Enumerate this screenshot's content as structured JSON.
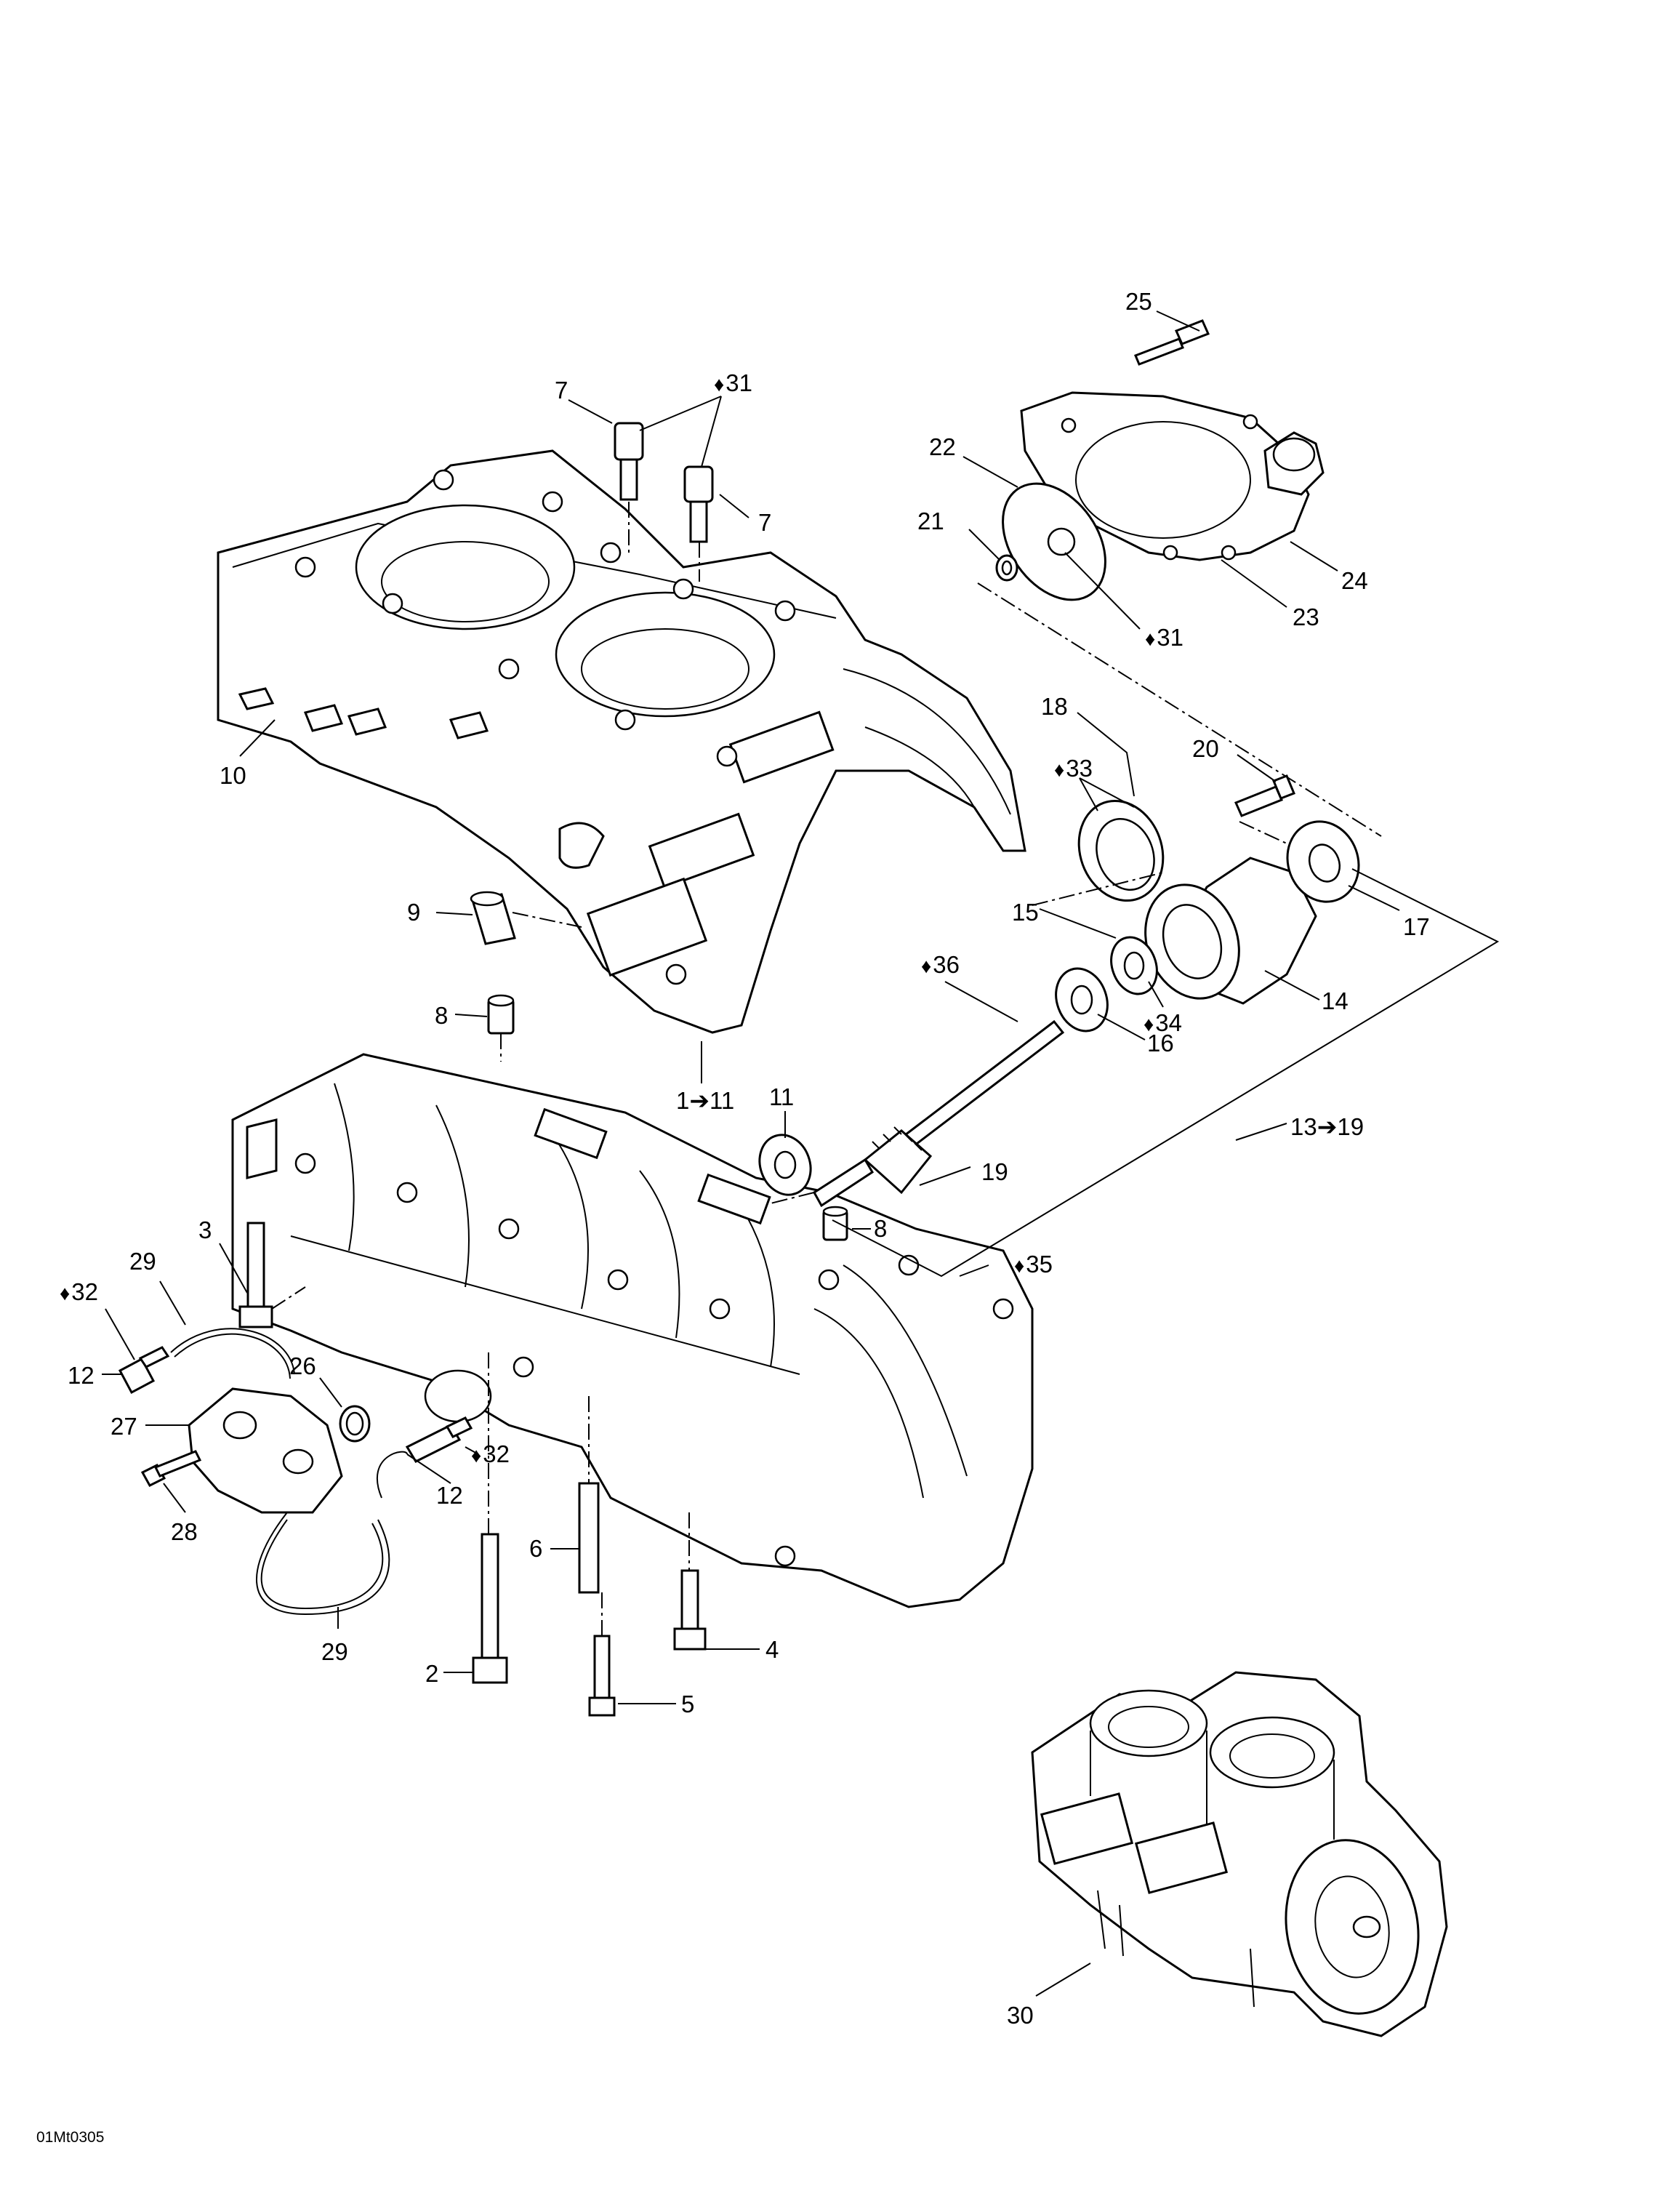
{
  "figure_code": "01Mt0305",
  "oil_symbol": "♦",
  "callouts": {
    "c25": "25",
    "c31_top": "31",
    "c7a": "7",
    "c22": "22",
    "c7b": "7",
    "c21": "21",
    "c24": "24",
    "c31_pump": "31",
    "c23": "23",
    "c18": "18",
    "c33": "33",
    "c20": "20",
    "c10": "10",
    "c9": "9",
    "c15": "15",
    "c17": "17",
    "c36": "36",
    "c14": "14",
    "c34": "34",
    "c8a": "8",
    "c16": "16",
    "c1_11": "1➔11",
    "c11": "11",
    "c13_19": "13➔19",
    "c19": "19",
    "c3": "3",
    "c8b": "8",
    "c29a": "29",
    "c35": "35",
    "c32a": "32",
    "c26": "26",
    "c12a": "12",
    "c27": "27",
    "c32b": "32",
    "c28": "28",
    "c12b": "12",
    "c6": "6",
    "c29b": "29",
    "c4": "4",
    "c2": "2",
    "c5": "5",
    "c30": "30"
  }
}
